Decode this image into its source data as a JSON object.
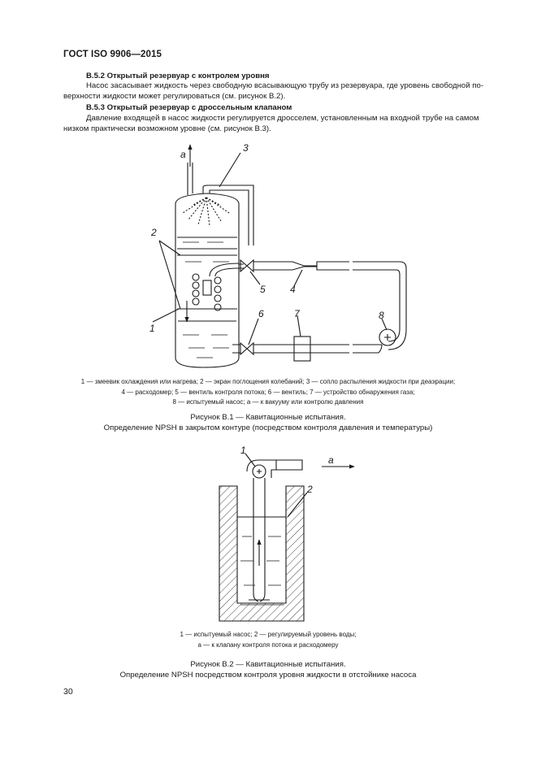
{
  "header": {
    "title": "ГОСТ ISO 9906—2015"
  },
  "sections": [
    {
      "heading": "В.5.2 Открытый резервуар с контролем уровня",
      "lines": [
        "Насос засасывает жидкость через свободную всасывающую трубу из резервуара, где уровень свободной по-",
        "верхности жидкости может регулироваться (см. рисунок В.2)."
      ]
    },
    {
      "heading": "В.5.3 Открытый резервуар с дроссельным клапаном",
      "lines": [
        "Давление входящей в насос жидкости регулируется дросселем, установленным на входной трубе на самом",
        "низком практически возможном уровне (см. рисунок В.3)."
      ]
    }
  ],
  "figure1": {
    "labels": {
      "a": "a",
      "n1": "1",
      "n2": "2",
      "n3": "3",
      "n4": "4",
      "n5": "5",
      "n6": "6",
      "n7": "7",
      "n8": "8"
    },
    "legend": [
      "1 — змеевик охлаждения или нагрева; 2 — экран поглощения колебаний; 3 — сопло распыления жидкости при деаэрации;",
      "4 — расходомер; 5 — вентиль контроля потока; 6 — вентиль; 7 — устройство обнаружения газа;",
      "8 — испытуемый насос; a — к вакууму или контролю давления"
    ],
    "caption": [
      "Рисунок В.1 — Кавитационные испытания.",
      "Определение NPSH в закрытом контуре (посредством контроля давления и температуры)"
    ]
  },
  "figure2": {
    "labels": {
      "a": "a",
      "n1": "1",
      "n2": "2"
    },
    "legend": [
      "1 — испытуемый насос; 2 — регулируемый уровень воды;",
      "a — к клапану контроля потока и расходомеру"
    ],
    "caption": [
      "Рисунок В.2 — Кавитационные испытания.",
      "Определение NPSH посредством контроля уровня жидкости в отстойнике насоса"
    ]
  },
  "page_number": "30"
}
